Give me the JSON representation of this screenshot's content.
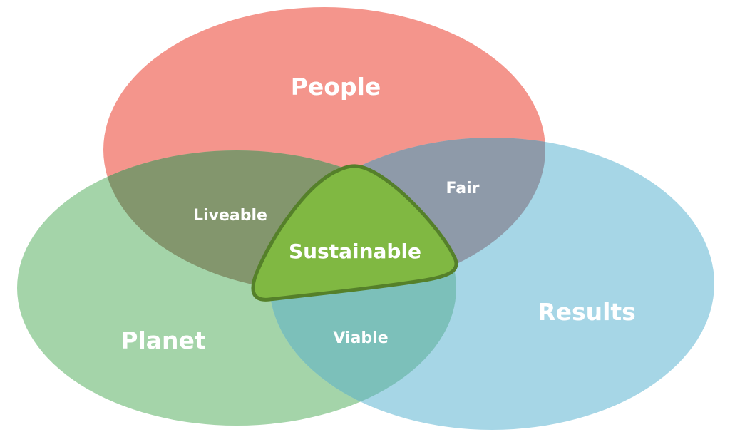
{
  "diagram": {
    "sets": [
      {
        "id": "people",
        "label": "People",
        "color": "#f4958c"
      },
      {
        "id": "planet",
        "label": "Planet",
        "color": "#a4d4a9"
      },
      {
        "id": "results",
        "label": "Results",
        "color": "#a6d6e6"
      }
    ],
    "intersections": {
      "people_planet": {
        "label": "Liveable",
        "color": "#83966d"
      },
      "people_results": {
        "label": "Fair",
        "color": "#8e9aa9"
      },
      "planet_results": {
        "label": "Viable",
        "color": "#7cc0ba"
      },
      "all": {
        "label": "Sustainable",
        "color": "#80b842",
        "outline": "#55802a"
      }
    }
  }
}
